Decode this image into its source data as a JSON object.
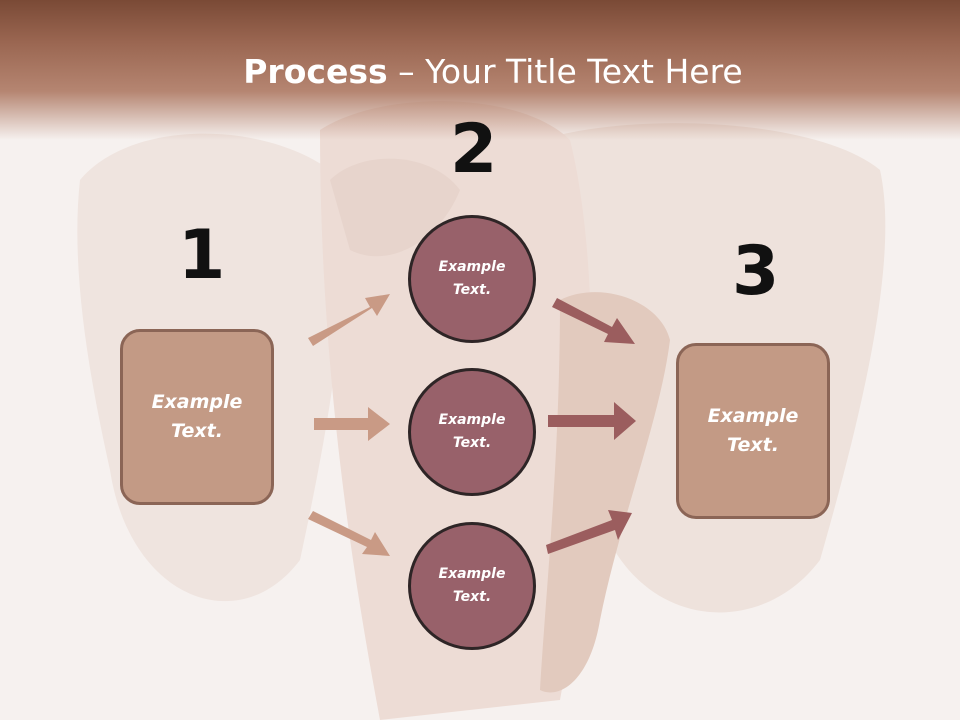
{
  "title": {
    "bold": "Process",
    "rest": " – Your Title Text Here"
  },
  "steps": {
    "one": "1",
    "two": "2",
    "three": "3"
  },
  "boxes": {
    "left": "Example Text.",
    "right": "Example Text."
  },
  "circles": {
    "top": "Example Text.",
    "middle": "Example Text.",
    "bottom": "Example Text."
  },
  "colors": {
    "header": "#9a6651",
    "box_fill": "#c39a85",
    "circle_fill": "#98616a",
    "arrow_light": "#c99a85",
    "arrow_dark": "#9b5d5e"
  }
}
